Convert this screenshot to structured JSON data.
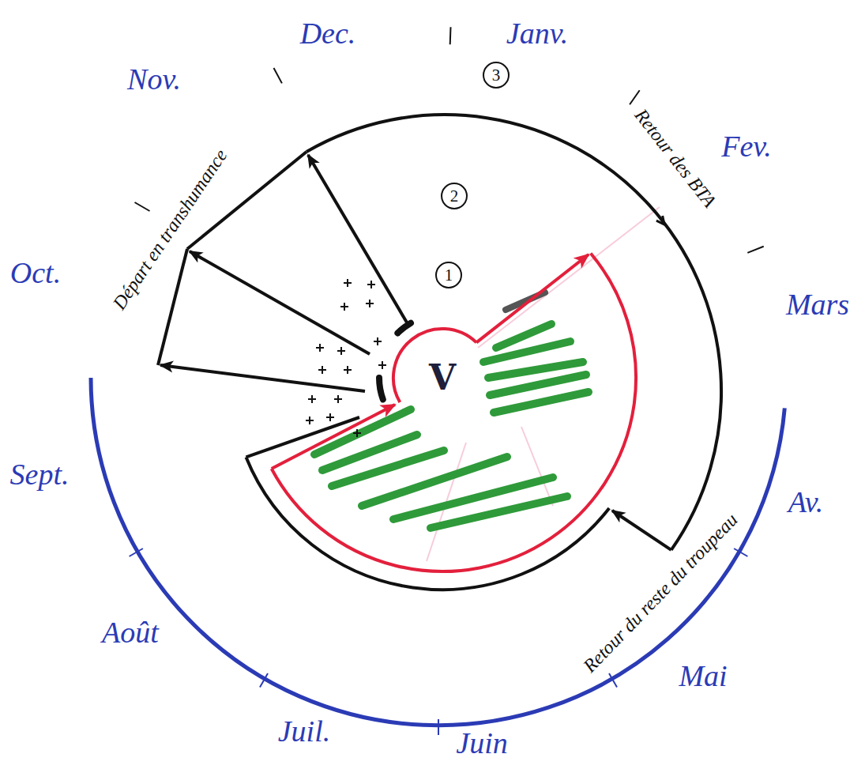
{
  "diagram": {
    "nodes": [
      {
        "text": [
          "V"
        ]
      }
    ],
    "labels": [
      "Dec.",
      "Janv.",
      "3",
      "Nov.",
      "Retour des BTA",
      "Fev.",
      "2",
      "Départ en transhumance",
      "Oct.",
      "1",
      "Mars",
      "Sept.",
      "Av.",
      "Retour du reste du troupeau",
      "Août",
      "Mai",
      "Juil.",
      "Juin"
    ]
  }
}
